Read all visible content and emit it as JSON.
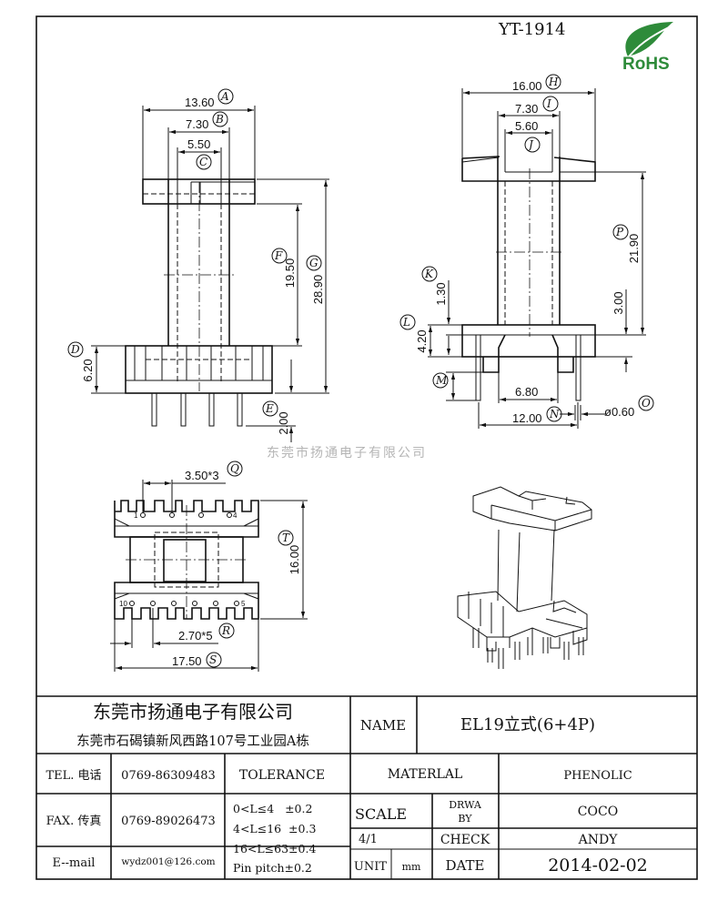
{
  "part_number": "YT-1914",
  "rohs_logo": "RoHS",
  "watermark": "东莞市扬通电子有限公司",
  "front_view": {
    "A": {
      "value": "13.60",
      "letter": "A"
    },
    "B": {
      "value": "7.30",
      "letter": "B"
    },
    "C": {
      "value": "5.50",
      "letter": "C"
    },
    "D": {
      "value": "6.20",
      "letter": "D"
    },
    "E": {
      "value": "2.00",
      "letter": "E"
    },
    "F": {
      "value": "19.50",
      "letter": "F"
    },
    "G": {
      "value": "28.90",
      "letter": "G"
    }
  },
  "side_view": {
    "H": {
      "value": "16.00",
      "letter": "H"
    },
    "I": {
      "value": "7.30",
      "letter": "I"
    },
    "J": {
      "value": "5.60",
      "letter": "J"
    },
    "K": {
      "value": "1.30",
      "letter": "K"
    },
    "L": {
      "value": "4.20",
      "letter": "L"
    },
    "M": {
      "value": "",
      "letter": "M"
    },
    "N": {
      "value": "12.00",
      "letter": "N"
    },
    "O": {
      "value": "ø0.60",
      "letter": "O"
    },
    "P": {
      "value": "21.90",
      "letter": "P"
    },
    "inner_width": "6.80",
    "step_height": "3.00"
  },
  "bottom_view": {
    "Q": {
      "value": "3.50*3",
      "letter": "Q"
    },
    "R": {
      "value": "2.70*5",
      "letter": "R"
    },
    "S": {
      "value": "17.50",
      "letter": "S"
    },
    "T": {
      "value": "16.00",
      "letter": "T"
    },
    "pin_labels": [
      "1",
      "4",
      "10",
      "5"
    ]
  },
  "title_block": {
    "company_name": "东莞市扬通电子有限公司",
    "company_address": "东莞市石碣镇新风西路107号工业园A栋",
    "name_label": "NAME",
    "name_value": "EL19立式(6+4P)",
    "tel_label": "TEL. 电话",
    "tel_value": "0769-86309483",
    "fax_label": "FAX. 传真",
    "fax_value": "0769-89026473",
    "email_label": "E--mail",
    "email_value": "wydz001@126.com",
    "tolerance_label": "TOLERANCE",
    "tolerance_lines": [
      "0<L≤4   ±0.2",
      "4<L≤16  ±0.3",
      "16<L≤63±0.4",
      "Pin pitch±0.2"
    ],
    "material_label": "MATERLAL",
    "material_value": "PHENOLIC",
    "scale_label": "SCALE",
    "scale_value": "4/1",
    "drawn_by_label_1": "DRWA",
    "drawn_by_label_2": "BY",
    "drawn_by_value": "COCO",
    "check_label": "CHECK",
    "check_value": "ANDY",
    "unit_label": "UNIT",
    "unit_value": "mm",
    "date_label": "DATE",
    "date_value": "2014-02-02"
  }
}
